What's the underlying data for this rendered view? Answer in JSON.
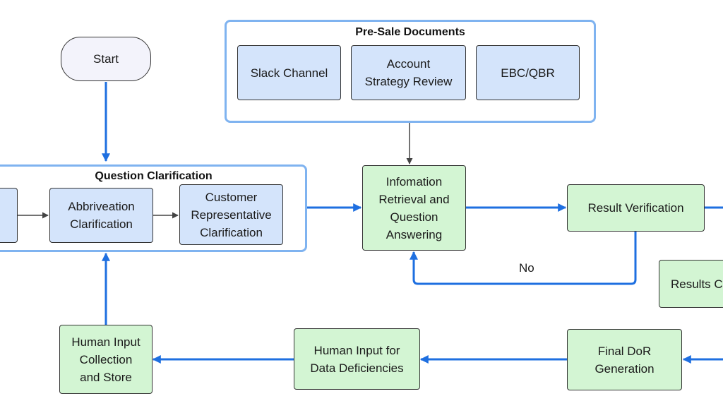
{
  "start": {
    "label": "Start"
  },
  "presale": {
    "title": "Pre-Sale  Documents",
    "docs": [
      "Slack Channel",
      "Account\nStrategy Review",
      "EBC/QBR"
    ]
  },
  "clarification": {
    "title": "Question Clarification",
    "steps": [
      "Abbriveation\nClarification",
      "Customer\nRepresentative\nClarification"
    ]
  },
  "nodes": {
    "retrieval": "Infomation\nRetrieval and\nQuestion\nAnswering",
    "verification": "Result Verification",
    "results_partial": "Results C",
    "final_dor": "Final DoR\nGeneration",
    "human_input_deficiencies": "Human Input for\nData Deficiencies",
    "human_input_collection": "Human Input\nCollection\nand Store"
  },
  "edge_labels": {
    "no": "No"
  },
  "colors": {
    "arrow_blue": "#1e6fe0",
    "arrow_gray": "#444444",
    "group_border": "#7fb3f0",
    "node_blue": "#d4e4fb",
    "node_green": "#d3f5d3"
  }
}
